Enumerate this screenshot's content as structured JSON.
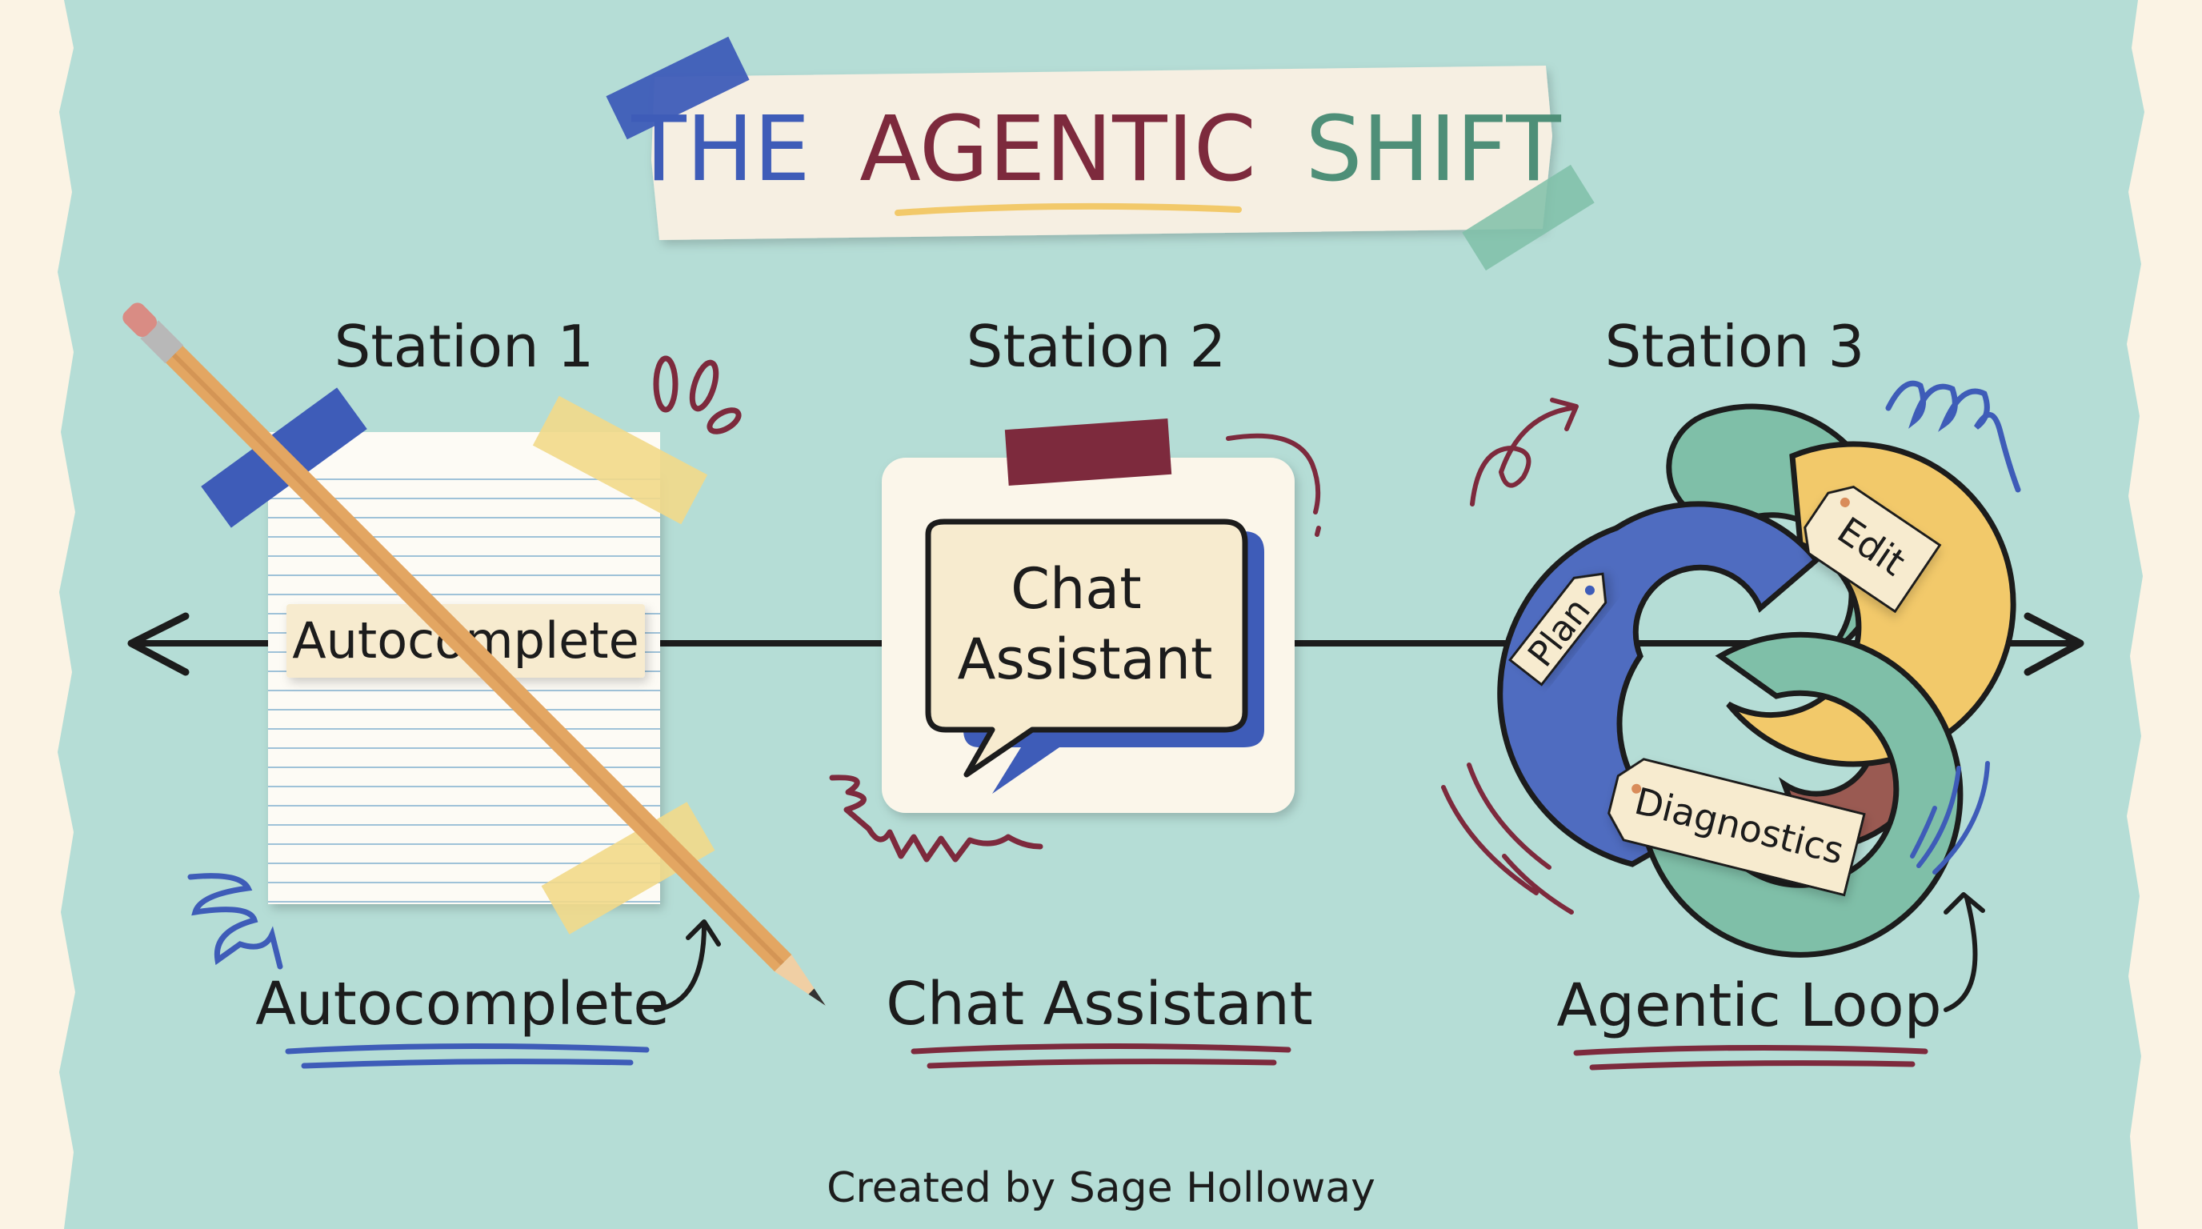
{
  "title": {
    "word1": "THE",
    "word2": "AGENTIC",
    "word3": "SHIFT"
  },
  "stations": [
    {
      "header": "Station 1",
      "card_label": "Autocomplete",
      "caption": "Autocomplete"
    },
    {
      "header": "Station 2",
      "bubble_line1": "Chat",
      "bubble_line2": "Assistant",
      "caption": "Chat Assistant"
    },
    {
      "header": "Station 3",
      "tags": [
        "Plan",
        "Edit",
        "Diagnostics"
      ],
      "caption": "Agentic Loop"
    }
  ],
  "credit": "Created by Sage Holloway",
  "colors": {
    "background": "#b5ddd6",
    "paper": "#fbf3e4",
    "blue": "#3e5cb8",
    "maroon": "#7d2a3d",
    "green": "#4e8f78",
    "yellow": "#f2c96a",
    "teal": "#7fbfa8",
    "ink": "#1c1c1c"
  },
  "icons": [
    "pencil-icon",
    "speech-bubble-icon",
    "agentic-loop-icon",
    "arrow-left-icon",
    "arrow-right-icon"
  ]
}
